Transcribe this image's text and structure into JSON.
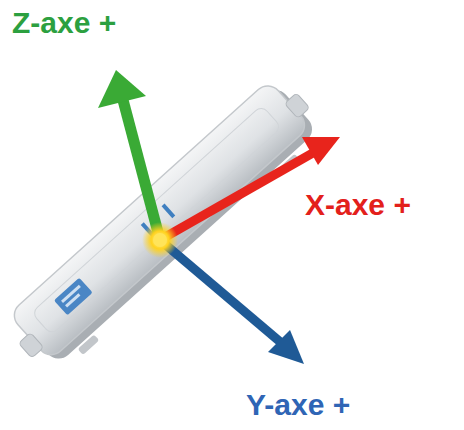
{
  "diagram": {
    "labels": [
      "Z-axe +",
      "X-axe +",
      "Y-axe +"
    ]
  }
}
